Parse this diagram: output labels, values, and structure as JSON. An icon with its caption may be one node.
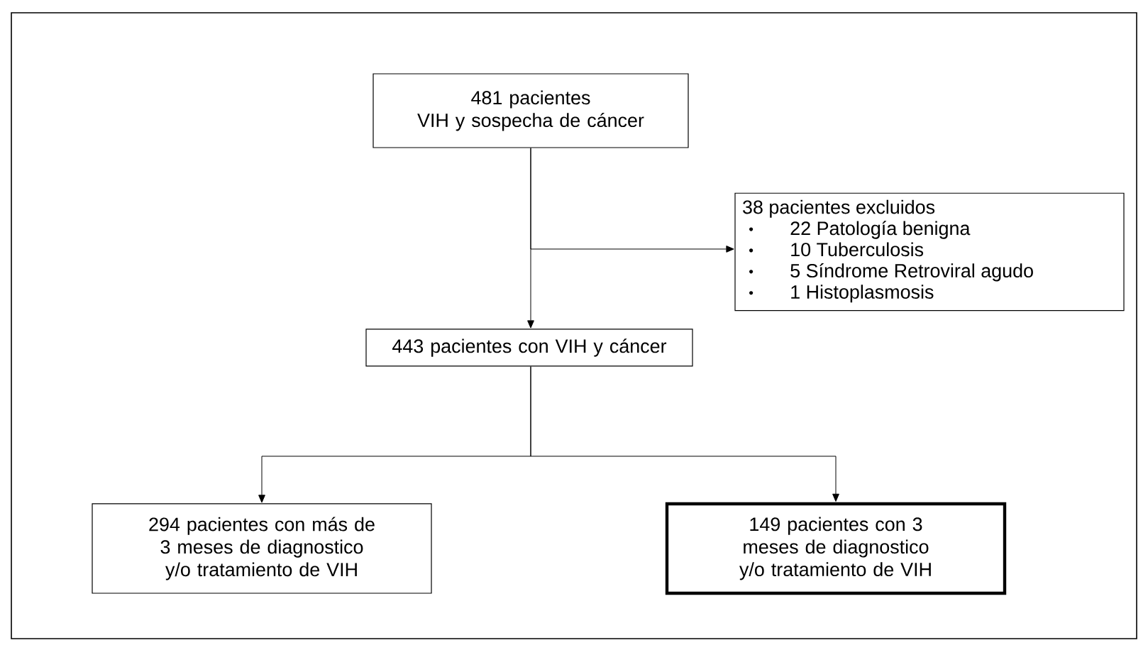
{
  "diagram": {
    "nodes": [
      {
        "text": [
          "481 pacientes",
          "VIH y sospecha de cáncer"
        ]
      },
      {
        "text": [
          "38 pacientes excluidos",
          "22 Patología benigna",
          "10 Tuberculosis",
          "5 Síndrome Retroviral agudo",
          "1 Histoplasmosis"
        ]
      },
      {
        "text": [
          "443 pacientes con VIH y cáncer"
        ]
      },
      {
        "text": [
          "294 pacientes con más de 3 meses de diagnostico y/o tratamiento de VIH"
        ]
      },
      {
        "text": [
          "149 pacientes con 3 meses de diagnostico y/o tratamiento de VIH"
        ]
      }
    ],
    "edges": [
      {
        "from": 0,
        "to": 2,
        "arrow": "to"
      },
      {
        "from": 0,
        "to": 1,
        "arrow": "to"
      },
      {
        "from": 2,
        "to": 3,
        "arrow": "to"
      },
      {
        "from": 2,
        "to": 4,
        "arrow": "to"
      }
    ]
  }
}
